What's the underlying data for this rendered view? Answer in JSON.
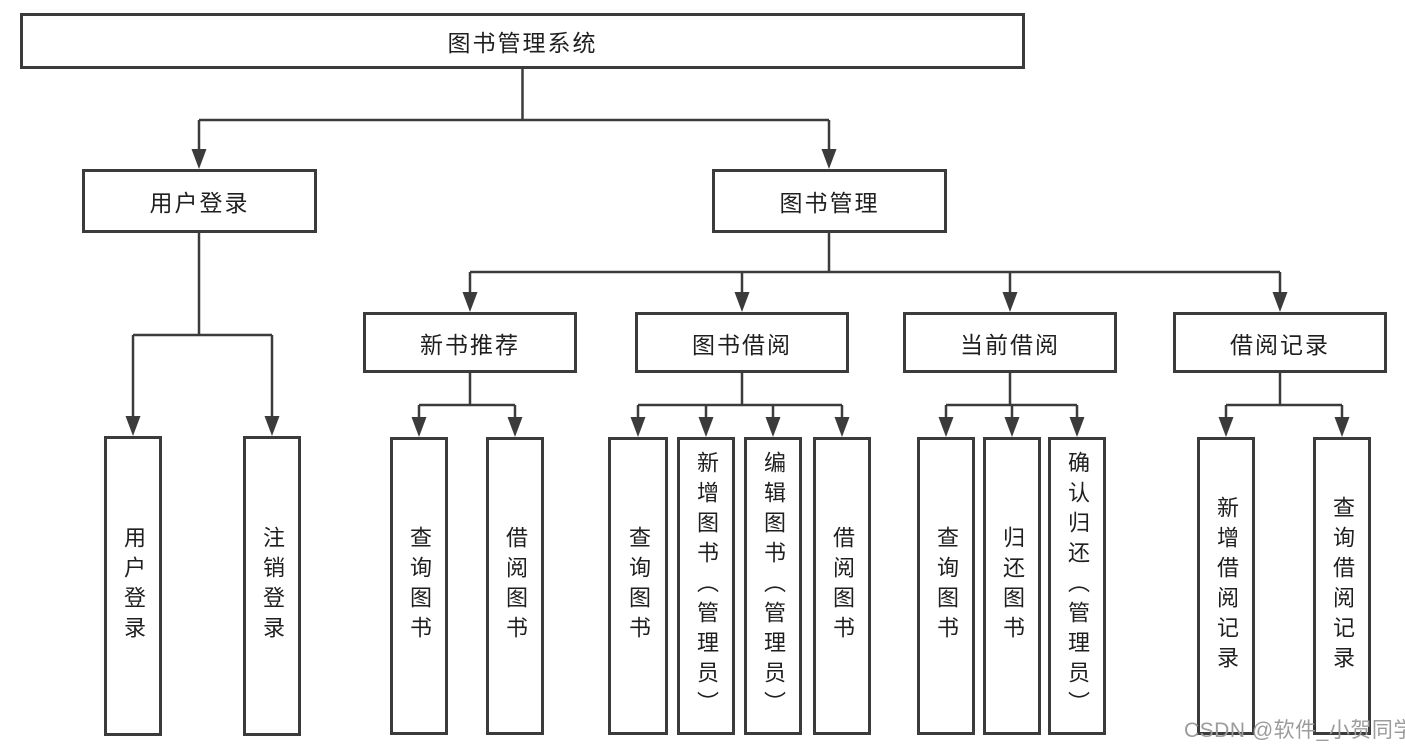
{
  "diagram": {
    "title": "图书管理系统",
    "branches": {
      "user_login": "用户登录",
      "book_mgmt": "图书管理",
      "new_books": "新书推荐",
      "book_borrow": "图书借阅",
      "current_borrow": "当前借阅",
      "borrow_history": "借阅记录"
    },
    "leaves": {
      "user_login": "用户登录",
      "user_logout": "注销登录",
      "nb_query_books": "查询图书",
      "nb_borrow_books": "借阅图书",
      "bb_query_books": "查询图书",
      "bb_add_books": "新增图书（管理员）",
      "bb_edit_books": "编辑图书（管理员）",
      "bb_borrow_books": "借阅图书",
      "cb_query_books": "查询图书",
      "cb_return_books": "归还图书",
      "cb_confirm_return": "确认归还（管理员）",
      "bh_add_record": "新增借阅记录",
      "bh_query_record": "查询借阅记录"
    }
  },
  "watermark": "CSDN @软件_小贺同学",
  "colors": {
    "line": "#3b3b3b",
    "box_border": "#3b3b3b",
    "text": "#1f1f1f",
    "watermark_text": "#9c9c9c",
    "background": "#ffffff"
  }
}
